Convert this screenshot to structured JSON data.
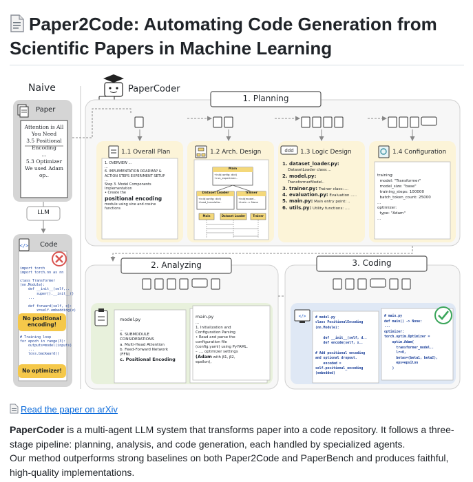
{
  "header": {
    "title": "Paper2Code: Automating Code Generation from Scientific Papers in Machine Learning"
  },
  "figure": {
    "naive": {
      "label": "Naive",
      "paper_label": "Paper",
      "paper_lines": [
        "Attention is All",
        "You Need",
        "3.5 Positional",
        "Encoding",
        "...",
        "5.3 Optimizer",
        "We used Adam op.."
      ],
      "llm_label": "LLM",
      "code_label": "Code",
      "code_lines": [
        "import torch",
        "import torch.nn as nn",
        "",
        "class Transformer",
        "(nn.Module):",
        "    def __init__(self,..",
        "        super().__init__()",
        "    ...",
        "",
        "    def forward(self, x):",
        "        x=self.embedding(x)"
      ],
      "code_lines_2": [
        "# Training loop",
        "for epoch in range(3):",
        "    outputs=model(inputs)",
        "    ...",
        "    loss.backward()"
      ],
      "warning_1": "No positional encoding!",
      "warning_2": "No optimizer!"
    },
    "papercoder": {
      "label": "PaperCoder",
      "planning": {
        "label": "1. Planning",
        "overall_plan": {
          "title": "1.1 Overall Plan",
          "lines": [
            "1. OVERVIEW ...",
            "...",
            "6. IMPLEMENTATION ROADMAP &",
            "ACTION STEPS EXPERIMENT SETUP",
            "...",
            "Step 3. Model Components",
            "Implementation",
            "• Create the"
          ],
          "emphasis": "positional encoding",
          "tail": [
            "module using sine and cosine",
            "functions"
          ]
        },
        "arch_design": {
          "title": "1.2 Arch. Design",
          "main": "Main",
          "main_methods": [
            "+init(config: dict)",
            "+run_experimen.."
          ],
          "dataset_loader": "Dataset Loader",
          "dataset_methods": [
            "+init(config: dict)",
            "+load_translatio.."
          ],
          "trainer": "Trainer",
          "trainer_methods": [
            "+init(model..",
            "+train -> None"
          ],
          "seq_labels": [
            "Main",
            "Dataset Loader",
            "Trainer"
          ]
        },
        "logic_design": {
          "title": "1.3 Logic Design",
          "items": [
            {
              "file": "1. dataset_loader.py:",
              "desc": "DatasetLoader class:..."
            },
            {
              "file": "2. model.py:",
              "desc": "TransformerModel.."
            },
            {
              "file": "3. trainer.py:",
              "desc": "Trainer class:...."
            },
            {
              "file": "4. evaluation.py:",
              "desc": "Evaluation ....."
            },
            {
              "file": "5. main.py:",
              "desc": "Main entry point: .."
            },
            {
              "file": "6. utils.py:",
              "desc": "Utility functions: ...."
            }
          ]
        },
        "configuration": {
          "title": "1.4 Configuration",
          "lines": [
            "training:",
            "  model: \"Transformer\"",
            "  model_size: \"base\"",
            "  training_steps: 100000",
            "  batch_token_count: 25000",
            "...",
            "optimizer:",
            "  type: \"Adam\"",
            "..."
          ]
        }
      },
      "analyzing": {
        "label": "2. Analyzing",
        "model_card": {
          "filename": "model.py",
          "lines": [
            "...",
            "6. SUBMODULE",
            "CONSIDERATIONS",
            "a.  Multi-Head Attention",
            "b.  Feed-Forward Network",
            "     (FFN)"
          ],
          "emphasis": "c.  Positional Encoding"
        },
        "main_card": {
          "filename": "main.py",
          "lines": [
            "...",
            "1. Initialization and",
            "Configuration Parsing",
            "• Read and parse the",
            "configuration file",
            "(config.yaml) using PyYAML.",
            "  – ..., optimizer settings"
          ],
          "emphasis": "(Adam",
          "tail": "with β1, β2,",
          "tail2": "epsilon),"
        }
      },
      "coding": {
        "label": "3. Coding",
        "model_code": [
          "# model.py",
          "class PositionalEncoding",
          "(nn.Module):",
          "",
          "    def __init__(self, d..",
          "    def encode(self, x..",
          "",
          "# Add positional encoding",
          "and optional dropout.",
          "    encoded =",
          "self.positional_encoding",
          "(embedded)"
        ],
        "main_code": [
          "# main.py",
          "def main() -> None:",
          "...",
          "optimizer:",
          "torch.optim.Optimizer =",
          "    optim.Adam(",
          "      transformer_model..",
          "      lr=0,",
          "      betas=(beta1, beta2),",
          "      eps=epsilon",
          "    )"
        ]
      }
    }
  },
  "link": {
    "text": "Read the paper on arXiv"
  },
  "description": {
    "lead_bold": "PaperCoder",
    "sentence_1_rest": " is a multi-agent LLM system that transforms paper into a code repository. It follows a three-stage pipeline: planning, analysis, and code generation, each handled by specialized agents.",
    "sentence_2": "Our method outperforms strong baselines on both Paper2Code and PaperBench and produces faithful, high-quality implementations."
  },
  "colors": {
    "link": "#0969da",
    "plan_box": "#fcf4d8",
    "analyzing_box": "#e8f1dc",
    "coding_box": "#dfe8f5",
    "warning": "#f5c84a",
    "error_red": "#d9534f",
    "check_green": "#3aa55a"
  }
}
